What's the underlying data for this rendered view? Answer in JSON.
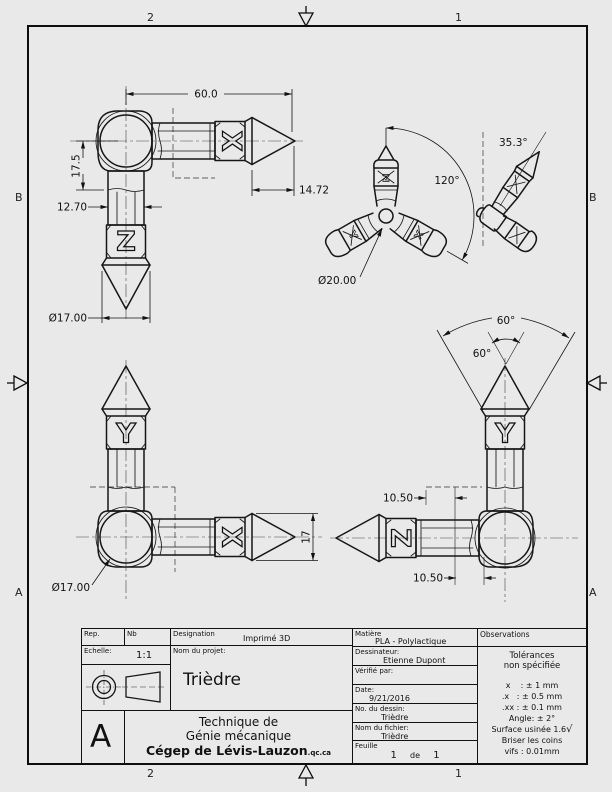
{
  "sheet": {
    "zone_labels": {
      "top_left": "2",
      "top_right": "1",
      "bottom_left": "2",
      "bottom_right": "1",
      "left_upper": "B",
      "left_lower": "A",
      "right_upper": "B",
      "right_lower": "A"
    }
  },
  "views": {
    "front": {
      "dim_width": "60.0",
      "dim_offset": "17.5",
      "dim_arm_width": "12.70",
      "dim_cone_length": "14.72",
      "dim_cone_dia": "Ø17.00",
      "letter_x": "X",
      "letter_z": "Z"
    },
    "axial": {
      "dim_angle": "120°",
      "dim_hub_dia": "Ø20.00",
      "letter_top": "Z",
      "letter_right": "X",
      "letter_left": "Y"
    },
    "tilted": {
      "dim_angle": "35.3°"
    },
    "bottom": {
      "dim_hub_dia": "Ø17.00",
      "dim_cone_height": "17",
      "letter_x": "X",
      "letter_y": "Y"
    },
    "corner": {
      "dim_angle_outer": "60°",
      "dim_angle_cone": "60°",
      "dim_offset_upper": "10.50",
      "dim_offset_lower": "10.50",
      "letter_y": "Y",
      "letter_z": "Z"
    }
  },
  "title_block": {
    "rep_label": "Rep.",
    "nb_label": "Nb",
    "designation_label": "Designation",
    "designation_value": "Imprimé 3D",
    "echelle_label": "Echelle:",
    "echelle_value": "1:1",
    "project_label": "Nom du projet:",
    "project_value": "Trièdre",
    "matiere_label": "Matière",
    "matiere_value": "PLA - Polylactique",
    "observations_label": "Observations",
    "dessinateur_label": "Dessinateur:",
    "dessinateur_value": "Etienne Dupont",
    "verifie_label": "Vérifié par:",
    "date_label": "Date:",
    "date_value": "9/21/2016",
    "dessin_no_label": "No. du dessin:",
    "dessin_no_value": "Trièdre",
    "fichier_label": "Nom du fichier:",
    "fichier_value": "Trièdre",
    "feuille_label": "Feuille",
    "feuille_num": "1",
    "feuille_de": "de",
    "feuille_total": "1",
    "zone_letter": "A",
    "dept_line1": "Technique de",
    "dept_line2": "Génie mécanique",
    "dept_line3": "Cégep de Lévis-Lauzon",
    "dept_suffix": ".qc.ca",
    "tolerances": {
      "title1": "Tolérances",
      "title2": "non spécifiée",
      "x": "x    : ± 1 mm",
      "dx": ".x   : ± 0.5 mm",
      "dxx": ".xx : ± 0.1 mm",
      "angle": "Angle: ± 2°",
      "surface": "Surface usinée 1.6",
      "surface_mark": "√",
      "corners1": "Briser les coins",
      "corners2": "vifs : 0.01mm"
    }
  }
}
